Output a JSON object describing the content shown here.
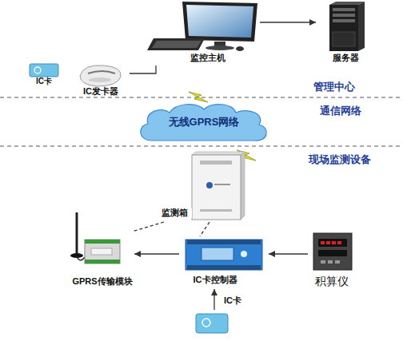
{
  "diagram": {
    "nodes": [
      {
        "text": [
          "IC卡"
        ]
      },
      {
        "text": [
          "IC发卡器"
        ]
      },
      {
        "text": [
          "监控主机"
        ]
      },
      {
        "text": [
          "服务器"
        ]
      },
      {
        "text": [
          "无线GPRS网络"
        ]
      },
      {
        "text": [
          "监测箱"
        ]
      },
      {
        "text": [
          "GPRS传输模块"
        ]
      },
      {
        "text": [
          "IC卡控制器"
        ]
      },
      {
        "text": [
          "积算仪"
        ]
      },
      {
        "text": [
          "IC卡"
        ]
      }
    ],
    "edges": [
      {
        "from": 1,
        "to": 2,
        "arrow": "none"
      },
      {
        "from": 2,
        "to": 3,
        "arrow": "to"
      },
      {
        "from": 8,
        "to": 7,
        "arrow": "to"
      },
      {
        "from": 7,
        "to": 6,
        "arrow": "to"
      },
      {
        "from": 9,
        "to": 7,
        "arrow": "to"
      },
      {
        "from": 5,
        "to": 6,
        "arrow": "none"
      },
      {
        "from": 5,
        "to": 7,
        "arrow": "none"
      }
    ],
    "labels": [
      "管理中心",
      "通信网络",
      "现场监测设备"
    ]
  }
}
